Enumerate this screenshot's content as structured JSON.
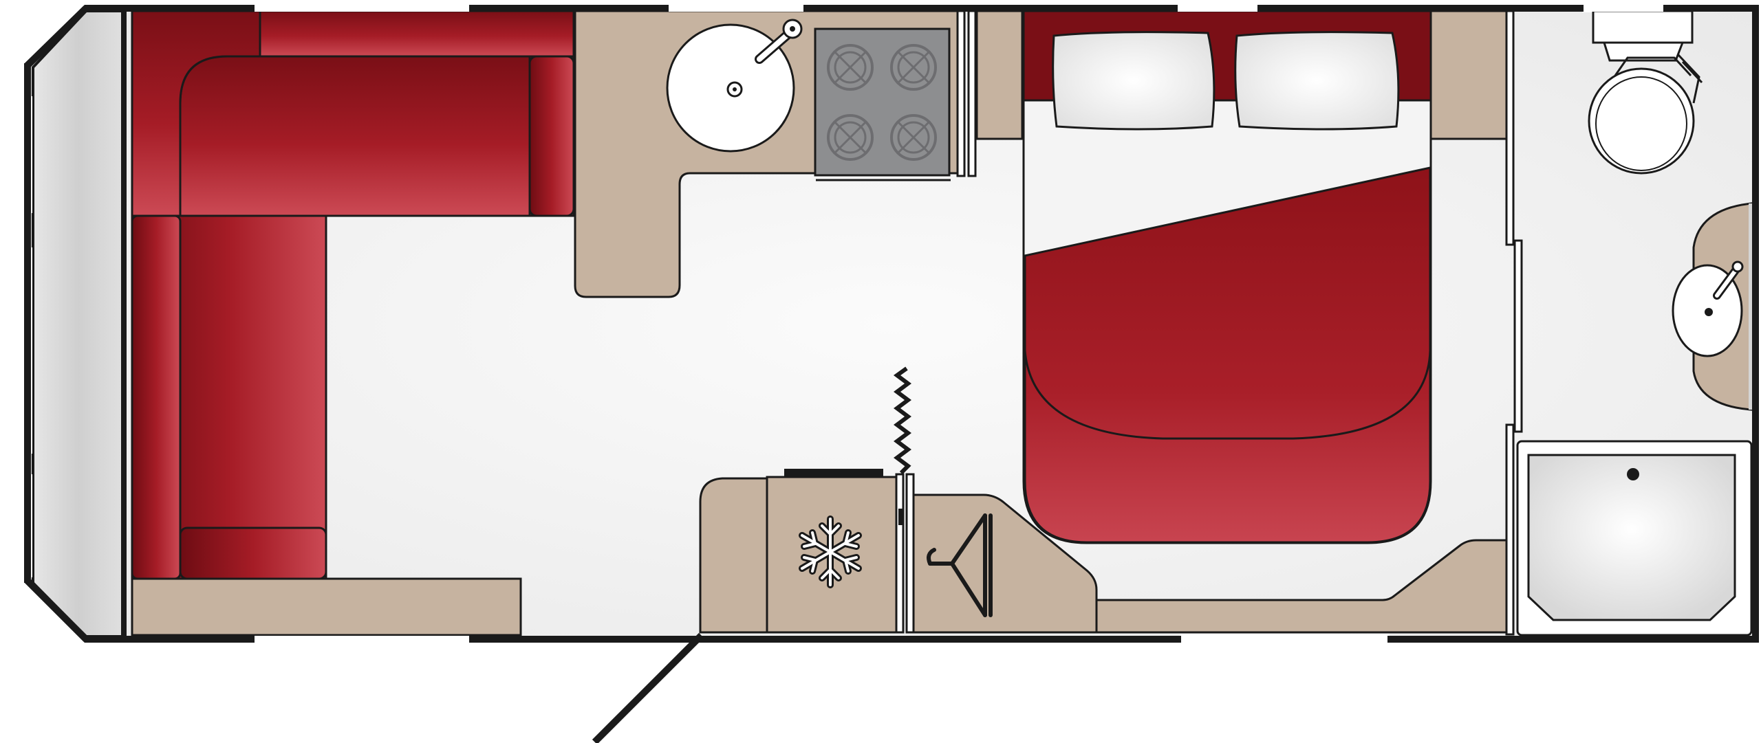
{
  "diagram": {
    "type": "caravan-floor-plan",
    "zones": [
      {
        "name": "front-lounge",
        "items": [
          "wraparound-sofa",
          "front-chest"
        ]
      },
      {
        "name": "kitchen",
        "items": [
          "round-sink",
          "four-burner-hob",
          "worktop"
        ]
      },
      {
        "name": "mid-storage",
        "items": [
          "fridge",
          "wardrobe"
        ]
      },
      {
        "name": "bedroom",
        "items": [
          "double-bed",
          "pillow",
          "pillow",
          "bedside-unit"
        ]
      },
      {
        "name": "washroom",
        "items": [
          "toilet",
          "washbasin",
          "shower-tray"
        ]
      },
      {
        "name": "entrance",
        "items": [
          "entrance-door"
        ]
      }
    ],
    "icons": [
      "snowflake-icon",
      "hanger-icon",
      "heater-icon"
    ],
    "colors": {
      "outline": "#1a1a1a",
      "floor": "#f2f2f2",
      "cabinetry": "#c6b3a0",
      "upholstery_dark": "#7a0f16",
      "upholstery_mid": "#a51c26",
      "upholstery_light": "#cc4a55",
      "window": "#ffffff",
      "hob": "#8d8e90",
      "wall_panel": "#d4d4d4"
    }
  }
}
